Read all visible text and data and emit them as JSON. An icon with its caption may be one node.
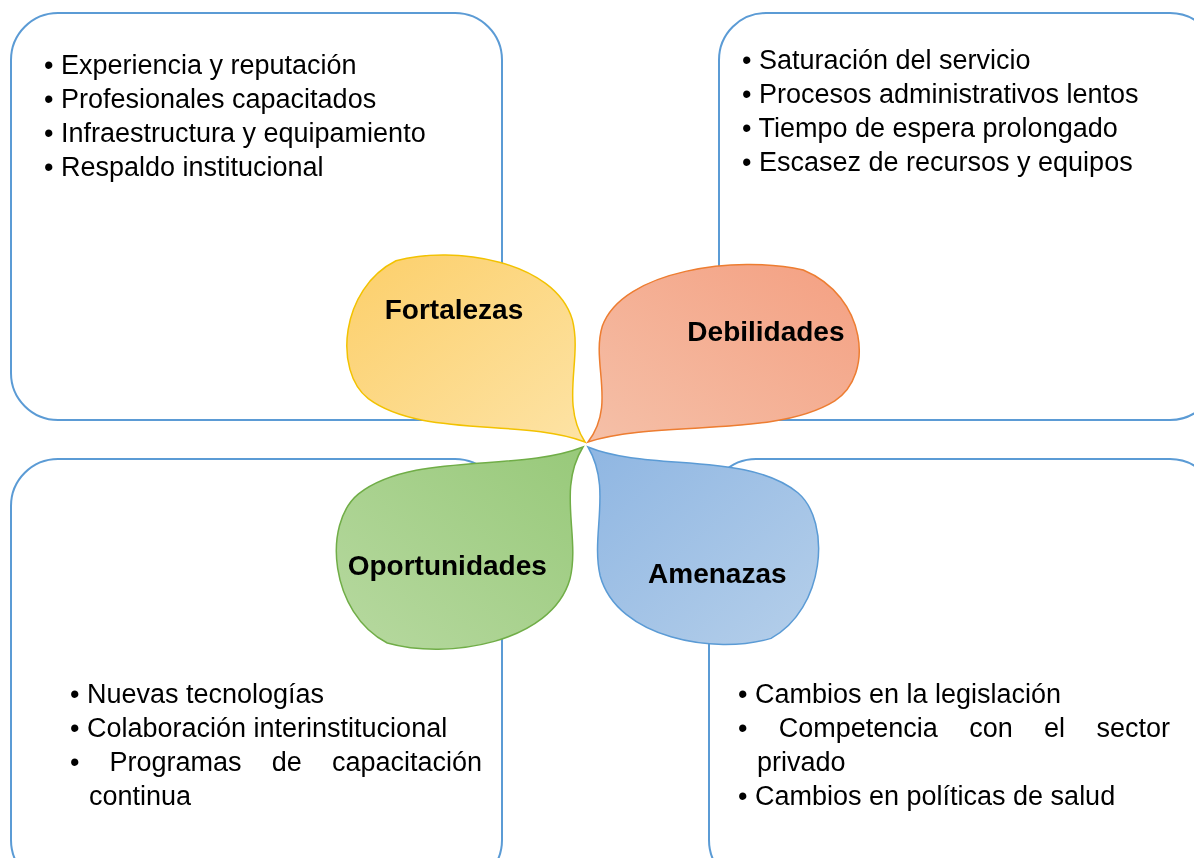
{
  "diagram": {
    "nodes": [
      {
        "text": [
          "• Experiencia y reputación",
          "• Profesionales capacitados",
          "• Infraestructura y equipamiento",
          "• Respaldo institucional"
        ]
      },
      {
        "text": [
          "• Saturación del servicio",
          "• Procesos administrativos lentos",
          "• Tiempo de espera prolongado",
          "• Escasez de recursos y equipos"
        ]
      },
      {
        "text": [
          "Fortalezas"
        ]
      },
      {
        "text": [
          "Debilidades"
        ]
      },
      {
        "text": [
          "• Nuevas tecnologías",
          "• Colaboración interinstitucional",
          "• Programas de capacitación continua"
        ]
      },
      {
        "text": [
          "• Cambios en la legislación",
          "• Competencia con el sector privado",
          "• Cambios en políticas de salud"
        ]
      },
      {
        "text": [
          "Oportunidades"
        ]
      },
      {
        "text": [
          "Amenazas"
        ]
      }
    ],
    "edges": []
  }
}
